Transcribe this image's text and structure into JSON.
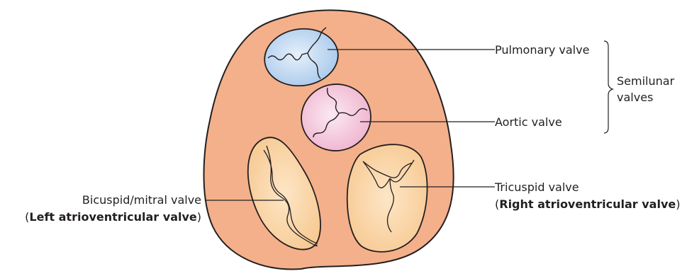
{
  "labels": {
    "pulmonary": "Pulmonary valve",
    "aortic": "Aortic valve",
    "semilunar_line1": "Semilunar",
    "semilunar_line2": "valves",
    "tricuspid": "Tricuspid valve",
    "tricuspid_sub_open": "(",
    "tricuspid_sub_bold": "Right atrioventricular valve",
    "tricuspid_sub_close": ")",
    "bicuspid": "Bicuspid/mitral valve",
    "bicuspid_sub_open": "(",
    "bicuspid_sub_bold": "Left atrioventricular valve",
    "bicuspid_sub_close": ")"
  },
  "colors": {
    "heart_fill": "#f4b08a",
    "heart_stroke": "#231f20",
    "pulmonary_fill": "#cfe3f6",
    "pulmonary_edge": "#5a8fd0",
    "aortic_fill": "#f8d6e6",
    "aortic_edge": "#e38fb6",
    "av_valve_fill": "#fbd9ac",
    "av_valve_shade": "#f6c48c",
    "leader_line": "#231f20"
  }
}
